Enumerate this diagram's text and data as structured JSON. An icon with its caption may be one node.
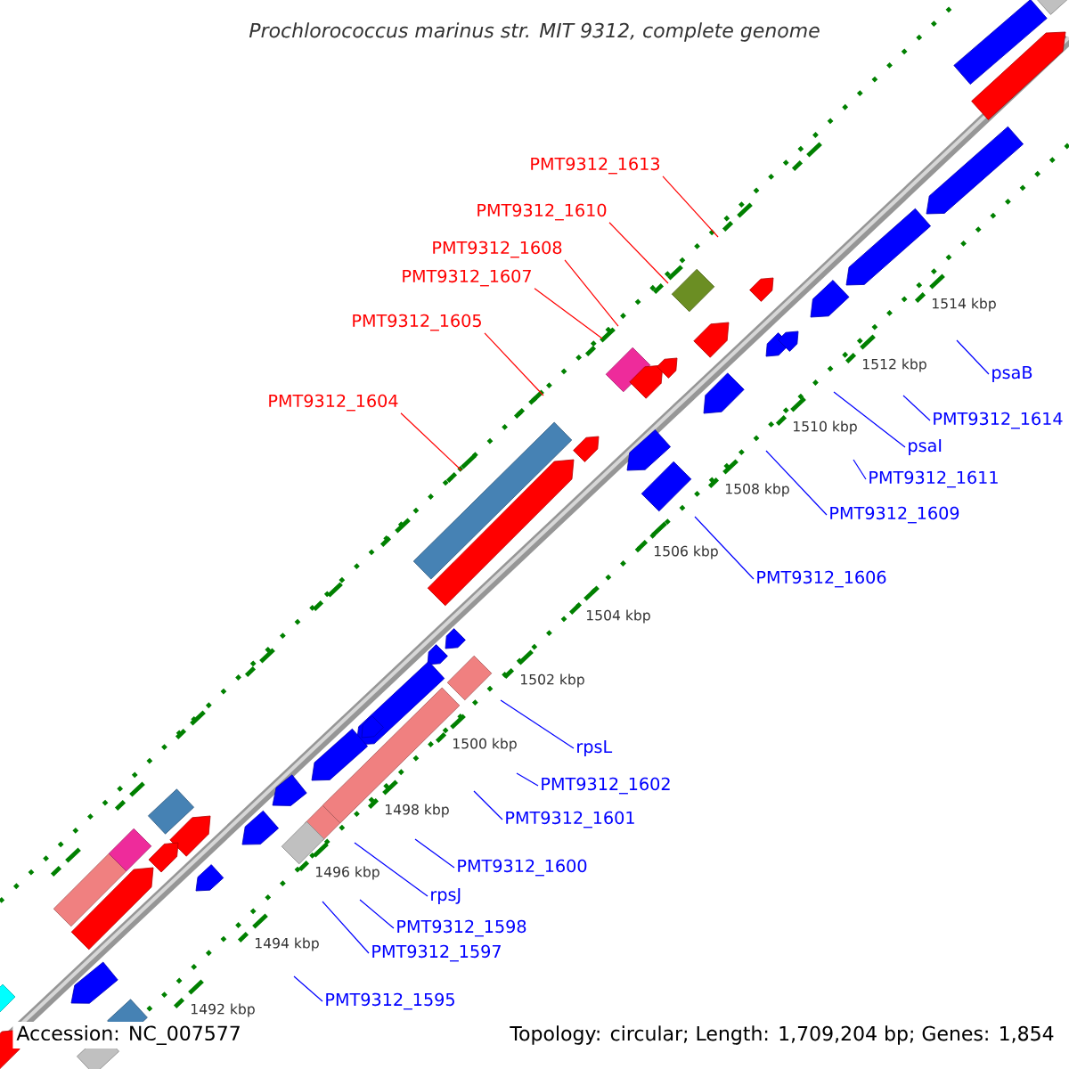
{
  "diagram": {
    "title": "Prochlorococcus marinus str. MIT 9312, complete genome",
    "nodes": [
      {
        "text": [
          "PMT9312_1613"
        ]
      },
      {
        "text": [
          "PMT9312_1610"
        ]
      },
      {
        "text": [
          "PMT9312_1608"
        ]
      },
      {
        "text": [
          "PMT9312_1607"
        ]
      },
      {
        "text": [
          "PMT9312_1605"
        ]
      },
      {
        "text": [
          "PMT9312_1604"
        ]
      },
      {
        "text": [
          "psaB"
        ]
      },
      {
        "text": [
          "PMT9312_1614"
        ]
      },
      {
        "text": [
          "psaI"
        ]
      },
      {
        "text": [
          "PMT9312_1611"
        ]
      },
      {
        "text": [
          "PMT9312_1609"
        ]
      },
      {
        "text": [
          "PMT9312_1606"
        ]
      },
      {
        "text": [
          "rpsL"
        ]
      },
      {
        "text": [
          "PMT9312_1602"
        ]
      },
      {
        "text": [
          "PMT9312_1601"
        ]
      },
      {
        "text": [
          "PMT9312_1600"
        ]
      },
      {
        "text": [
          "rpsJ"
        ]
      },
      {
        "text": [
          "PMT9312_1598"
        ]
      },
      {
        "text": [
          "PMT9312_1597"
        ]
      },
      {
        "text": [
          "PMT9312_1595"
        ]
      }
    ],
    "edges": [
      {
        "from": 0,
        "to": null,
        "arrow": "none",
        "color": "#ff0000"
      },
      {
        "from": 1,
        "to": null,
        "arrow": "none",
        "color": "#ff0000"
      },
      {
        "from": 2,
        "to": null,
        "arrow": "none",
        "color": "#ff0000"
      },
      {
        "from": 3,
        "to": null,
        "arrow": "none",
        "color": "#ff0000"
      },
      {
        "from": 4,
        "to": null,
        "arrow": "none",
        "color": "#ff0000"
      },
      {
        "from": 5,
        "to": null,
        "arrow": "none",
        "color": "#ff0000"
      },
      {
        "from": 6,
        "to": null,
        "arrow": "none"
      },
      {
        "from": 7,
        "to": null,
        "arrow": "none"
      },
      {
        "from": 8,
        "to": null,
        "arrow": "none"
      },
      {
        "from": 9,
        "to": null,
        "arrow": "none"
      },
      {
        "from": 10,
        "to": null,
        "arrow": "none"
      },
      {
        "from": 11,
        "to": null,
        "arrow": "none"
      },
      {
        "from": 12,
        "to": null,
        "arrow": "none"
      },
      {
        "from": 13,
        "to": null,
        "arrow": "none"
      },
      {
        "from": 14,
        "to": null,
        "arrow": "none"
      },
      {
        "from": 15,
        "to": null,
        "arrow": "none"
      },
      {
        "from": 16,
        "to": null,
        "arrow": "none"
      },
      {
        "from": 17,
        "to": null,
        "arrow": "none"
      },
      {
        "from": 18,
        "to": null,
        "arrow": "none"
      },
      {
        "from": 19,
        "to": null,
        "arrow": "none"
      }
    ],
    "labels": [
      "1514 kbp",
      "1512 kbp",
      "1510 kbp",
      "1508 kbp",
      "1506 kbp",
      "1504 kbp",
      "1502 kbp",
      "1500 kbp",
      "1498 kbp",
      "1496 kbp",
      "1494 kbp",
      "1492 kbp",
      "Accession: NC_007577",
      "Topology: circular; Length: 1,709,204 bp; Genes: 1,854"
    ]
  }
}
